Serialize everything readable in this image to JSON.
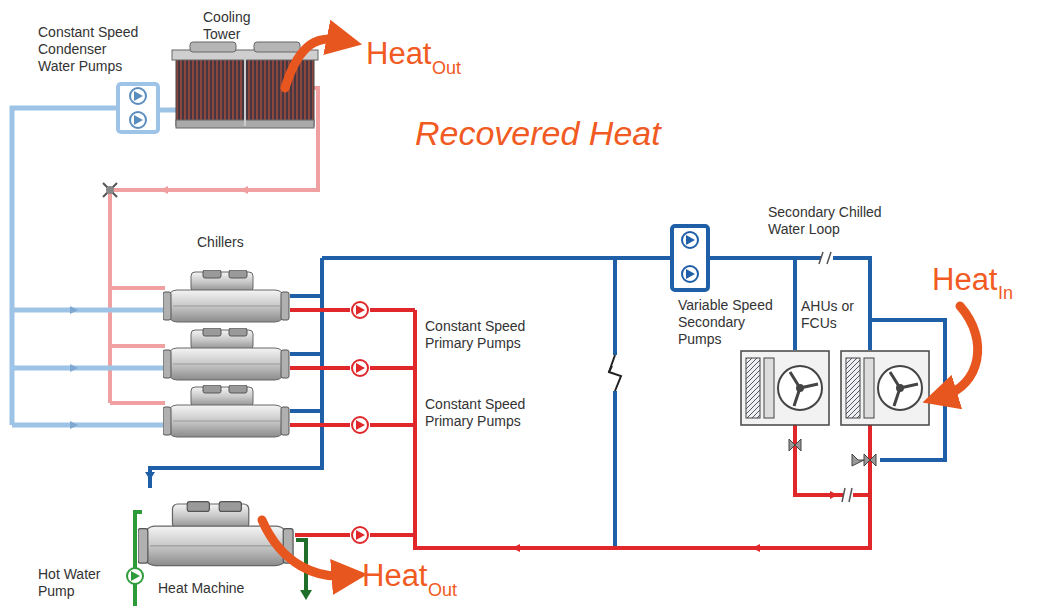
{
  "diagram": {
    "labels": [
      "Constant Speed Condenser Water Pumps",
      "Cooling Tower",
      "Heat",
      "Out",
      "Recovered Heat",
      "Chillers",
      "Secondary Chilled Water Loop",
      "Heat",
      "In",
      "Variable Speed Secondary Pumps",
      "AHUs or FCUs",
      "Constant Speed Primary Pumps",
      "Constant Speed Primary Pumps",
      "Hot Water Pump",
      "Heat Machine",
      "Heat",
      "Out"
    ]
  }
}
